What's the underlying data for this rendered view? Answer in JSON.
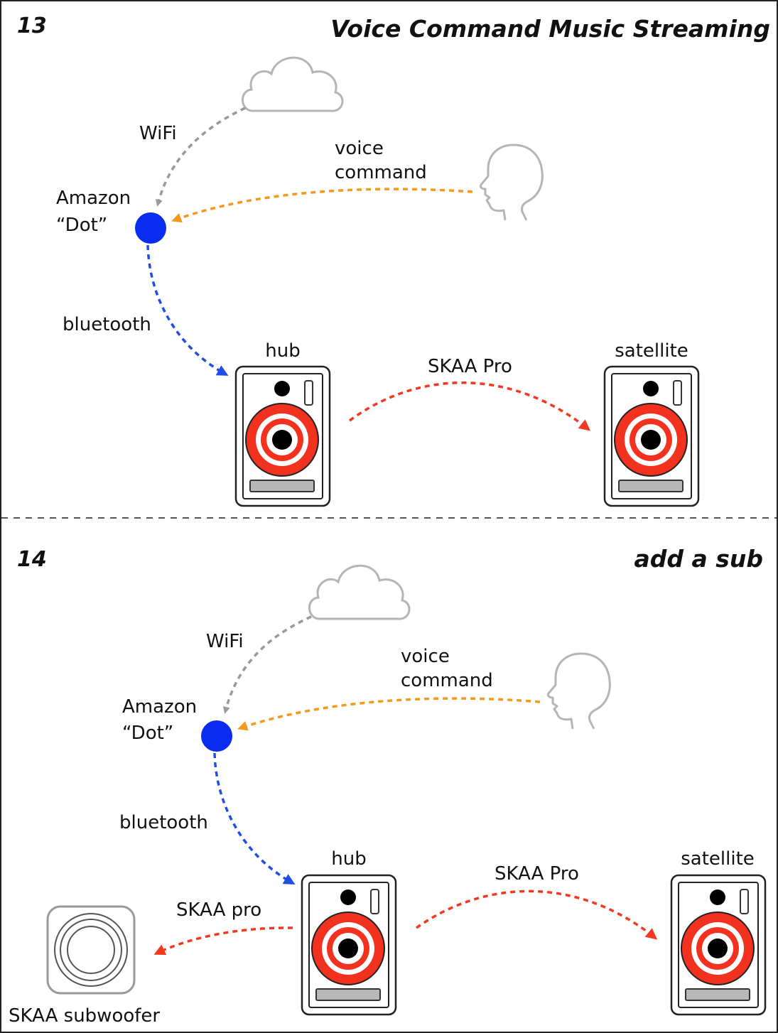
{
  "colors": {
    "wifi": "#9a9a9a",
    "voice": "#f39a1b",
    "bluetooth": "#1f4ee6",
    "skaa": "#f2381f",
    "dot": "#0a2cf0",
    "woofer_red": "#f2321e",
    "outline": "#222222",
    "cloud_head": "#b5b5b5"
  },
  "panels": [
    {
      "number": "13",
      "title": "Voice Command Music Streaming",
      "wifi_label": "WiFi",
      "voice_label_1": "voice",
      "voice_label_2": "command",
      "dot_label_1": "Amazon",
      "dot_label_2": "“Dot”",
      "bluetooth_label": "bluetooth",
      "hub_label": "hub",
      "satellite_label": "satellite",
      "skaa_label": "SKAA Pro"
    },
    {
      "number": "14",
      "title": "add a sub",
      "wifi_label": "WiFi",
      "voice_label_1": "voice",
      "voice_label_2": "command",
      "dot_label_1": "Amazon",
      "dot_label_2": "“Dot”",
      "bluetooth_label": "bluetooth",
      "hub_label": "hub",
      "satellite_label": "satellite",
      "skaa_label": "SKAA Pro",
      "sub_link_label": "SKAA pro",
      "subwoofer_label": "SKAA subwoofer"
    }
  ],
  "icons": {
    "cloud": "cloud-icon",
    "head": "head-profile-icon",
    "dot": "amazon-dot-icon",
    "speaker": "studio-monitor-speaker-icon",
    "subwoofer": "subwoofer-icon"
  }
}
